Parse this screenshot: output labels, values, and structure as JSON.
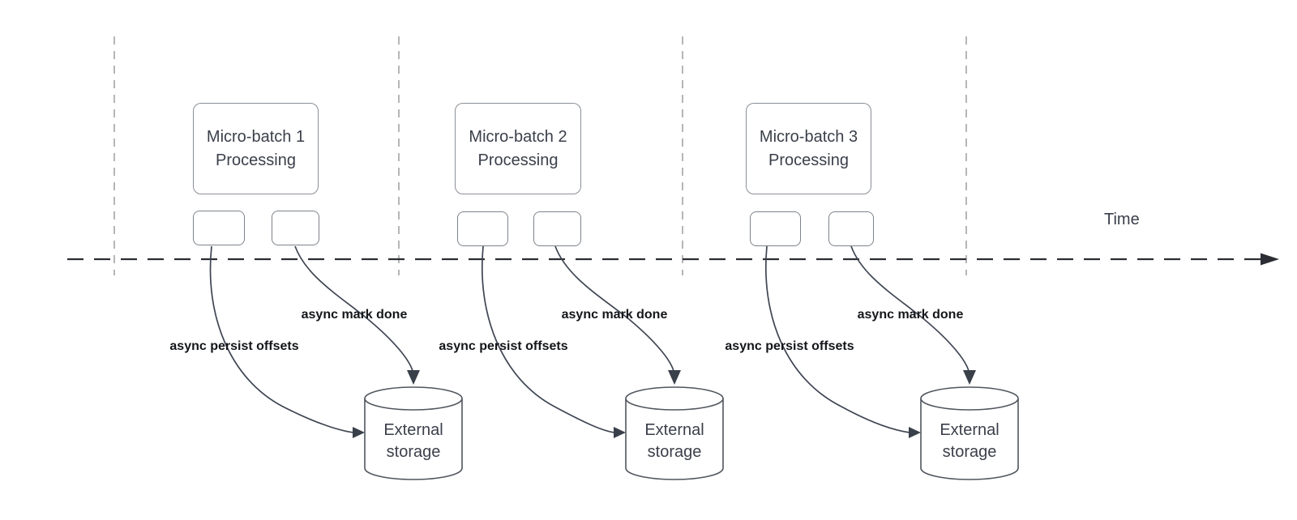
{
  "diagram": {
    "title_context": "micro-batch timeline",
    "time_axis_label": "Time",
    "batches": [
      {
        "box_line1": "Micro-batch 1",
        "box_line2": "Processing",
        "persist_label": "async persist offsets",
        "mark_done_label": "async mark done",
        "storage_line1": "External",
        "storage_line2": "storage"
      },
      {
        "box_line1": "Micro-batch 2",
        "box_line2": "Processing",
        "persist_label": "async persist offsets",
        "mark_done_label": "async mark done",
        "storage_line1": "External",
        "storage_line2": "storage"
      },
      {
        "box_line1": "Micro-batch 3",
        "box_line2": "Processing",
        "persist_label": "async persist offsets",
        "mark_done_label": "async mark done",
        "storage_line1": "External",
        "storage_line2": "storage"
      }
    ],
    "colors": {
      "background": "#ffffff",
      "guide_line": "#b6b6b6",
      "timeline": "#2a2d33",
      "arrow_line": "#3e4552",
      "box_border": "#8a8f96",
      "cylinder_border": "#50555e",
      "box_text": "#3a3f4a",
      "bold_label_text": "#14161a"
    }
  }
}
